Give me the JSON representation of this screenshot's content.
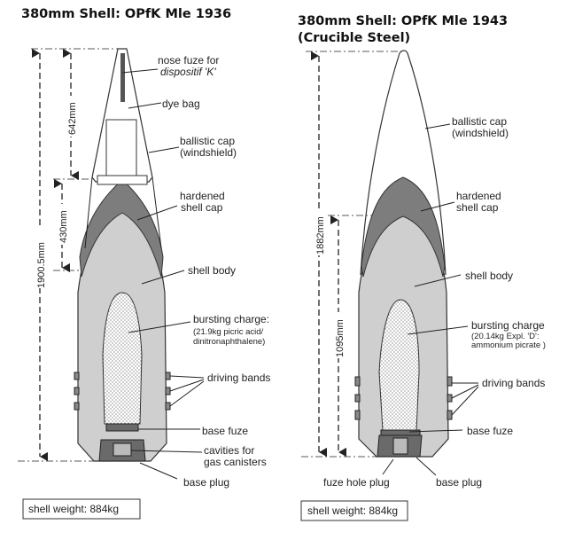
{
  "left": {
    "title": "380mm Shell: OPfK Mle 1936",
    "labels": {
      "nose_fuze_1": "nose fuze for",
      "nose_fuze_2": "dispositif 'K'",
      "dye_bag": "dye bag",
      "ballistic_cap_1": "ballistic cap",
      "ballistic_cap_2": "(windshield)",
      "hardened_1": "hardened",
      "hardened_2": "shell cap",
      "shell_body": "shell body",
      "bursting_1": "bursting charge:",
      "bursting_2": "(21.9kg picric acid/",
      "bursting_3": "dinitronaphthalene)",
      "driving_bands": "driving bands",
      "base_fuze": "base fuze",
      "cavities_1": "cavities for",
      "cavities_2": "gas canisters",
      "base_plug": "base plug"
    },
    "dimensions": {
      "overall": "1900.5mm",
      "cap": "642mm",
      "hard_cap": "430mm"
    },
    "weight": "shell weight: 884kg"
  },
  "right": {
    "title_1": "380mm Shell: OPfK Mle 1943",
    "title_2": "(Crucible Steel)",
    "labels": {
      "ballistic_cap_1": "ballistic cap",
      "ballistic_cap_2": "(windshield)",
      "hardened_1": "hardened",
      "hardened_2": "shell cap",
      "shell_body": "shell body",
      "bursting_1": "bursting charge",
      "bursting_2": "(20.14kg Expl. 'D':",
      "bursting_3": "ammonium picrate )",
      "driving_bands": "driving bands",
      "base_fuze": "base fuze",
      "fuze_hole_plug": "fuze hole plug",
      "base_plug": "base plug"
    },
    "dimensions": {
      "overall": "1882mm",
      "charge": "1095mm"
    },
    "weight": "shell weight: 884kg"
  }
}
